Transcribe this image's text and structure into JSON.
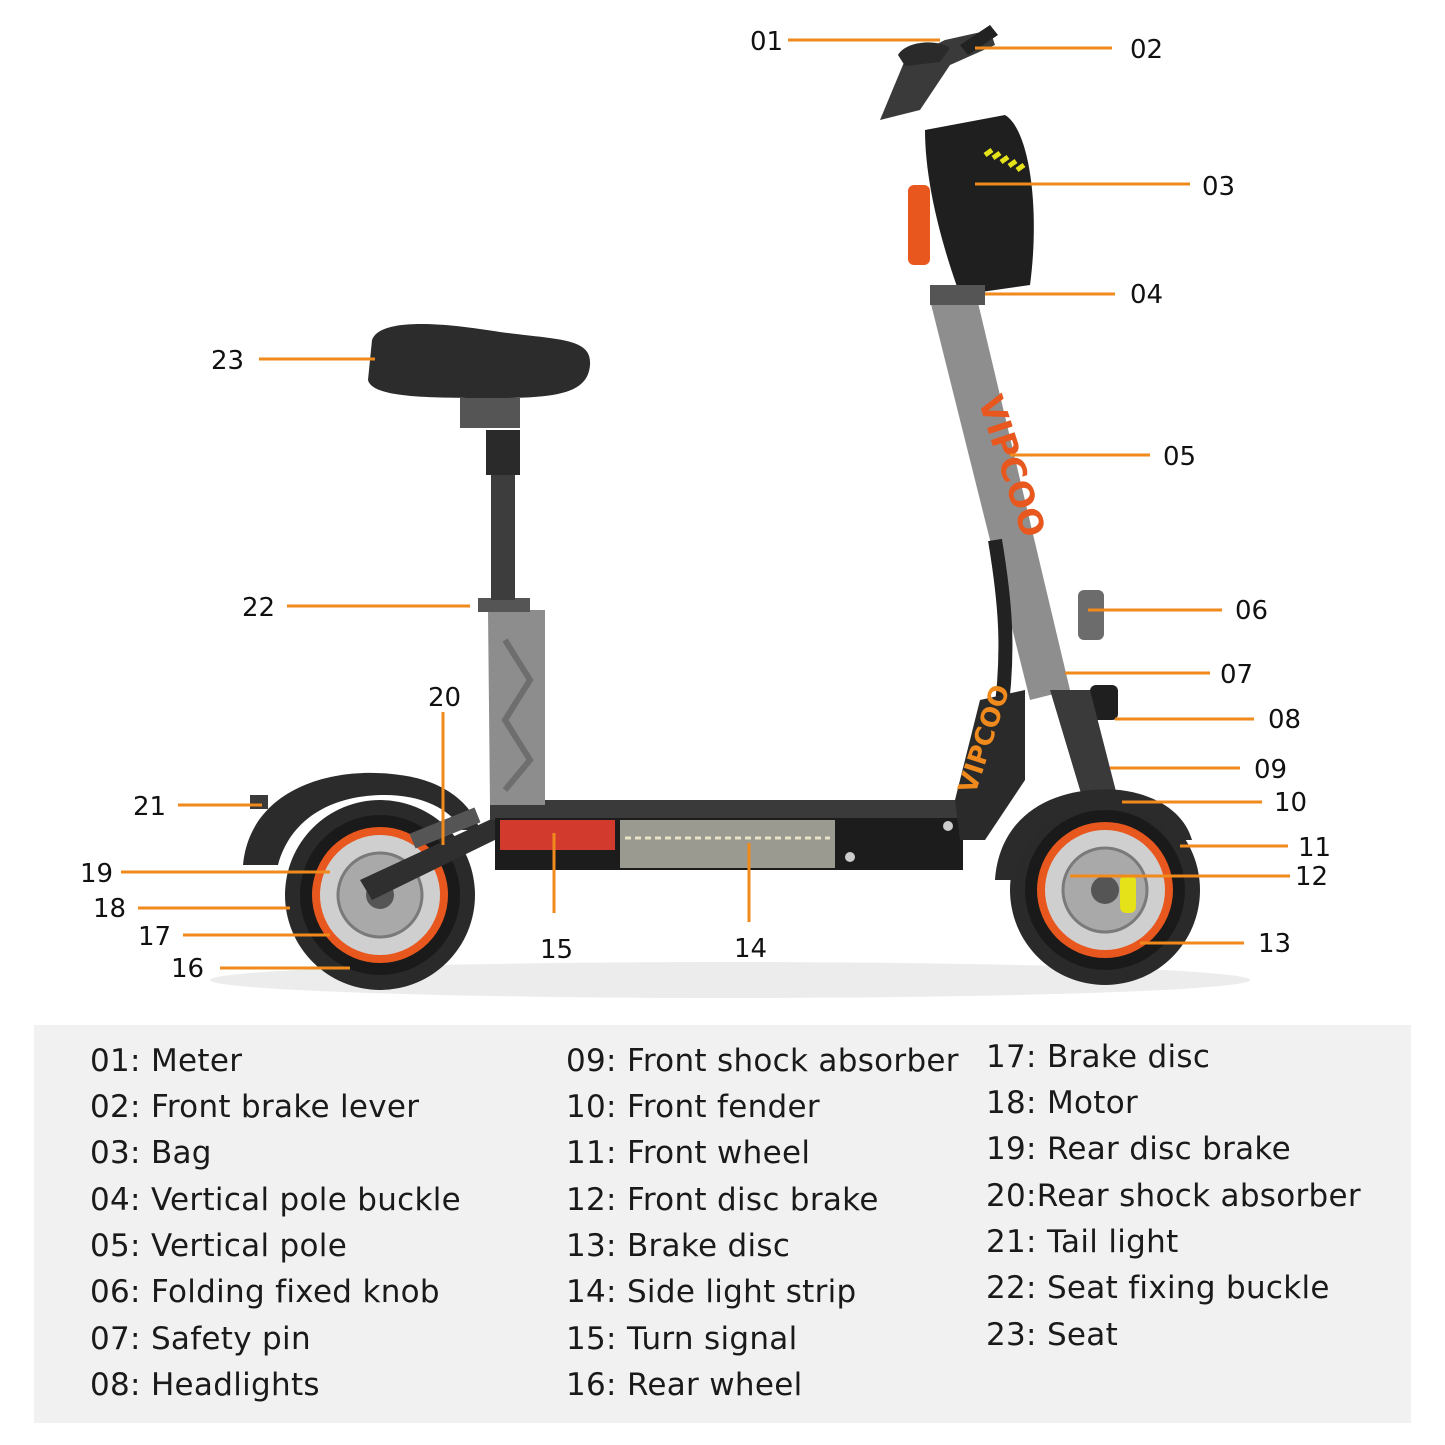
{
  "brand": {
    "logo_text": "VIPCOO",
    "accent": "#f08a1c",
    "orange_accent": "#e8581e"
  },
  "callouts": [
    "01",
    "02",
    "03",
    "04",
    "05",
    "06",
    "07",
    "08",
    "09",
    "10",
    "11",
    "12",
    "13",
    "14",
    "15",
    "16",
    "17",
    "18",
    "19",
    "20",
    "21",
    "22",
    "23"
  ],
  "legend": {
    "col1": [
      "01: Meter",
      "02: Front brake lever",
      "03: Bag",
      "04: Vertical pole buckle",
      "05: Vertical pole",
      "06: Folding fixed knob",
      "07: Safety pin",
      "08: Headlights"
    ],
    "col2": [
      "09: Front shock absorber",
      "10: Front fender",
      "11: Front wheel",
      "12: Front disc brake",
      "13: Brake disc",
      "14: Side light strip",
      "15: Turn signal",
      "16: Rear wheel"
    ],
    "col3": [
      "17: Brake disc",
      "18: Motor",
      "19: Rear disc brake",
      "20:Rear shock absorber",
      "21: Tail light",
      "22: Seat fixing buckle",
      "23: Seat"
    ]
  }
}
